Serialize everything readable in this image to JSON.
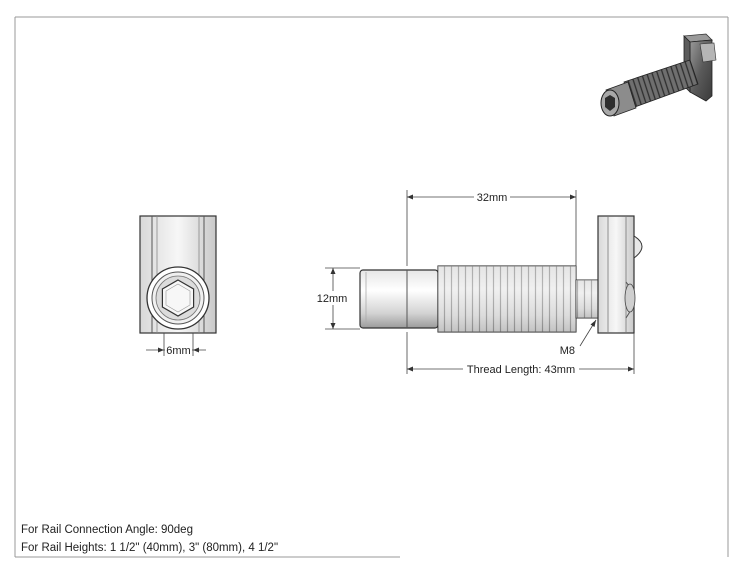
{
  "drawing": {
    "end_view": {
      "width_dim": "6mm"
    },
    "side_view": {
      "head_length_dim": "32mm",
      "diameter_dim": "12mm",
      "thread_size": "M8",
      "thread_length_dim": "Thread Length: 43mm"
    },
    "notes": [
      "For Rail Connection Angle: 90deg",
      "For Rail Heights: 1 1/2\" (40mm), 3\" (80mm), 4 1/2\""
    ]
  },
  "colors": {
    "outline": "#3a3a3a",
    "metal_light": "#f2f2f2",
    "metal_mid": "#bdbdbd",
    "metal_dark": "#6e6e6e",
    "frame": "#999999"
  }
}
